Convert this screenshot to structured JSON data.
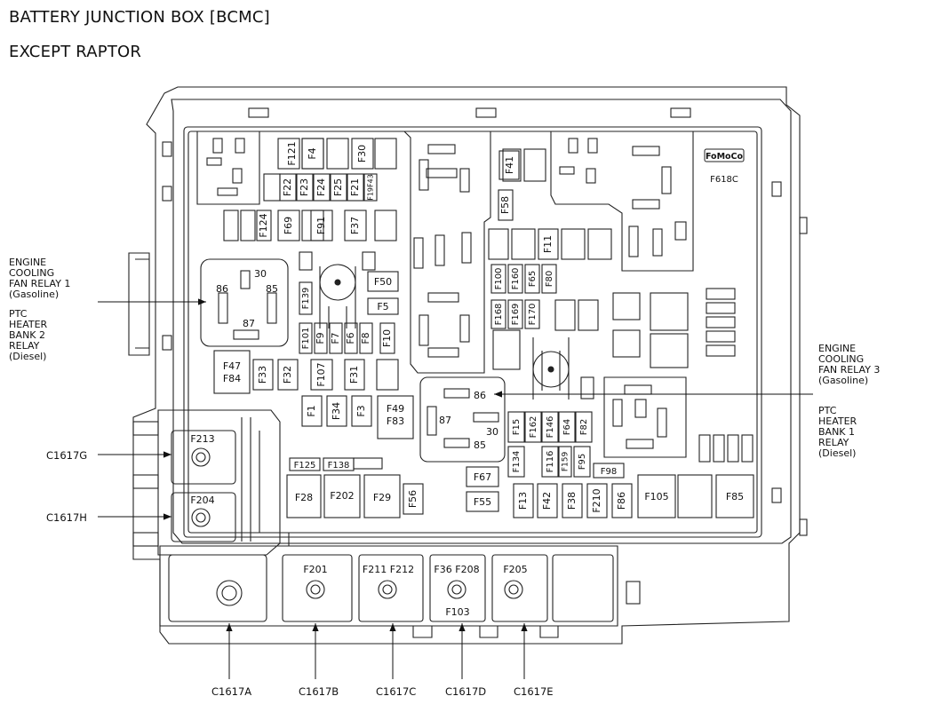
{
  "header": {
    "title": "BATTERY JUNCTION BOX [BCMC]",
    "subtitle": "EXCEPT RAPTOR"
  },
  "logo": "FoMoCo",
  "part_code": "F618C",
  "relays": {
    "fan1": {
      "pins": [
        "30",
        "86",
        "85",
        "87"
      ]
    },
    "fan3": {
      "pins": [
        "86",
        "87",
        "30",
        "85"
      ]
    }
  },
  "callouts": {
    "left": [
      "ENGINE",
      "COOLING",
      "FAN RELAY 1",
      "(Gasoline)",
      "PTC",
      "HEATER",
      "BANK 2",
      "RELAY",
      "(Diesel)"
    ],
    "right": [
      "ENGINE",
      "COOLING",
      "FAN RELAY 3",
      "(Gasoline)",
      "PTC",
      "HEATER",
      "BANK 1",
      "RELAY",
      "(Diesel)"
    ],
    "connectors_side": [
      "C1617G",
      "C1617H"
    ],
    "connectors_bottom": [
      "C1617A",
      "C1617B",
      "C1617C",
      "C1617D",
      "C1617E"
    ]
  },
  "fuses": {
    "row1": [
      "F121",
      "F4",
      "F30",
      "F41"
    ],
    "row2": [
      "F22",
      "F23",
      "F24",
      "F25",
      "F21",
      "F19F43",
      "F58"
    ],
    "row3": [
      "F124",
      "F69",
      "F91",
      "F37",
      "F11"
    ],
    "mid_left": [
      "F50",
      "F5",
      "F139",
      "F101",
      "F9",
      "F7",
      "F6",
      "F8",
      "F10"
    ],
    "mid_center": [
      "F100",
      "F160",
      "F65",
      "F80",
      "F168",
      "F169",
      "F170"
    ],
    "row4": [
      "F47 F84",
      "F33",
      "F32",
      "F107",
      "F31"
    ],
    "row5": [
      "F1",
      "F34",
      "F3",
      "F49 F83"
    ],
    "row6": [
      "F15",
      "F162",
      "F146",
      "F64",
      "F82",
      "F134",
      "F116",
      "F159",
      "F95",
      "F98"
    ],
    "row7": [
      "F125",
      "F138",
      "F67",
      "F55"
    ],
    "row8": [
      "F28",
      "F202",
      "F29",
      "F56",
      "F13",
      "F42",
      "F38",
      "F210",
      "F86",
      "F105",
      "F85"
    ],
    "mega": [
      "F213",
      "F204"
    ],
    "bottom": [
      "F201",
      "F211 F212",
      "F36 F208",
      "F103",
      "F205"
    ]
  }
}
